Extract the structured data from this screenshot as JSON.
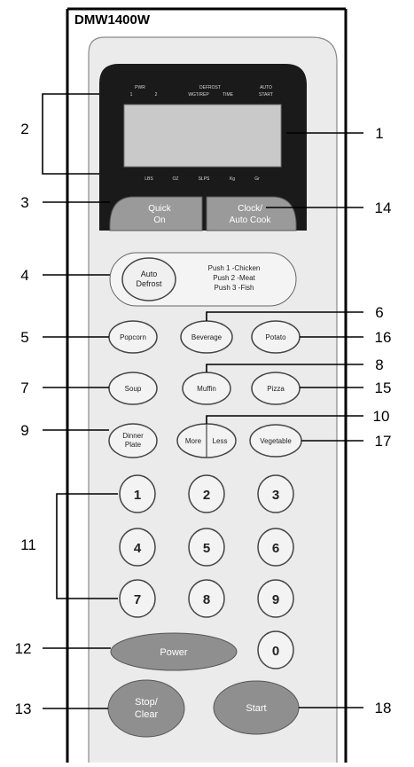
{
  "model": "DMW1400W",
  "display": {
    "top_indicators": [
      "PWR",
      "1",
      "2",
      "DEFROST",
      "WGT/REP",
      "TIME",
      "AUTO",
      "START"
    ],
    "bottom_indicators": [
      "LBS",
      "OZ",
      "SLPS",
      "Kg",
      "Gr"
    ]
  },
  "buttons": {
    "quick_on": [
      "Quick",
      "On"
    ],
    "clock_auto_cook": [
      "Clock/",
      "Auto Cook"
    ],
    "auto_defrost": [
      "Auto",
      "Defrost"
    ],
    "auto_defrost_hint": [
      "Push 1 -Chicken",
      "Push 2 -Meat",
      "Push 3 -Fish"
    ],
    "popcorn": "Popcorn",
    "beverage": "Beverage",
    "potato": "Potato",
    "soup": "Soup",
    "muffin": "Muffin",
    "pizza": "Pizza",
    "dinner_plate": [
      "Dinner",
      "Plate"
    ],
    "more": "More",
    "less": "Less",
    "vegetable": "Vegetable",
    "digits": [
      "1",
      "2",
      "3",
      "4",
      "5",
      "6",
      "7",
      "8",
      "9",
      "0"
    ],
    "power": "Power",
    "stop_clear": [
      "Stop/",
      "Clear"
    ],
    "start": "Start"
  },
  "callouts": [
    "1",
    "2",
    "3",
    "4",
    "5",
    "6",
    "7",
    "8",
    "9",
    "10",
    "11",
    "12",
    "13",
    "14",
    "15",
    "16",
    "17",
    "18"
  ]
}
